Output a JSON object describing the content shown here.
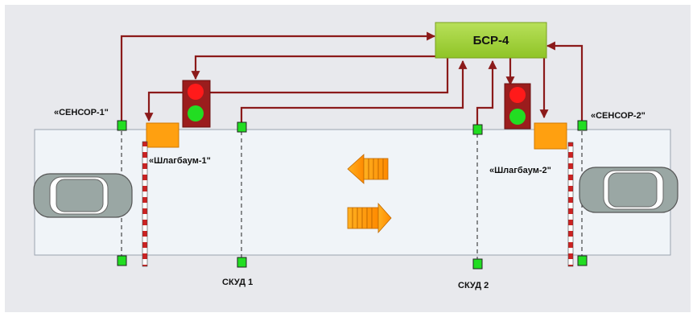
{
  "diagram": {
    "controller": {
      "label": "БСР-4"
    },
    "sensors": [
      {
        "label": "«СЕНСОР-1\""
      },
      {
        "label": "«СЕНСОР-2\""
      }
    ],
    "barriers": [
      {
        "label": "«Шлагбаум-1\""
      },
      {
        "label": "«Шлагбаум-2\""
      }
    ],
    "access_readers": [
      {
        "label": "СКУД 1"
      },
      {
        "label": "СКУД 2"
      }
    ],
    "colors": {
      "background_panel": "#e8e9ed",
      "road": "#f0f4f8",
      "wire": "#8b1a1a",
      "controller": "#9acd32",
      "barrier_box": "#ffa010",
      "sensor": "#22dd22",
      "traffic_light_body": "#9b1d1d",
      "light_red": "#ff1a1a",
      "light_green": "#22dd22",
      "car": "#9aa7a4",
      "arrow": "#ffa010"
    }
  }
}
